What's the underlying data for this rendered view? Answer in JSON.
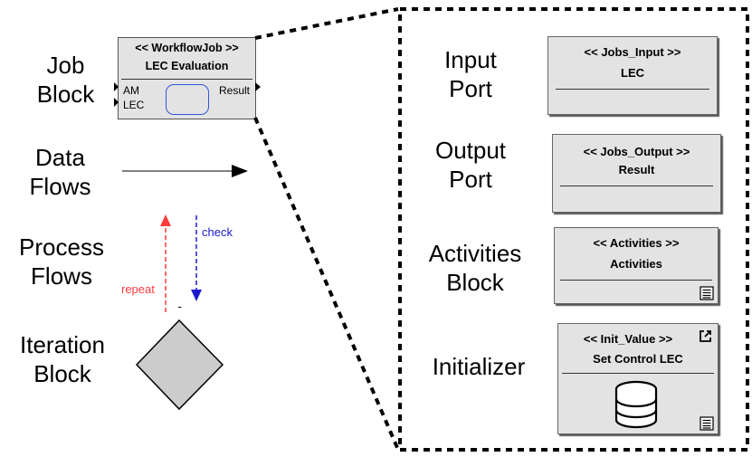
{
  "legend": {
    "job_block": "Job\nBlock",
    "data_flows": "Data\nFlows",
    "process_flows": "Process\nFlows",
    "iteration_block": "Iteration\nBlock"
  },
  "job_block": {
    "stereotype": "<< WorkflowJob >>",
    "name": "LEC Evaluation",
    "inputs": [
      "AM",
      "LEC"
    ],
    "output": "Result"
  },
  "process_flows": {
    "repeat_label": "repeat",
    "check_label": "check",
    "repeat_color": "#ff3b3b",
    "check_color": "#1a1acc"
  },
  "detail": {
    "input_port": {
      "label": "Input\nPort",
      "stereotype": "<< Jobs_Input >>",
      "name": "LEC"
    },
    "output_port": {
      "label": "Output\nPort",
      "stereotype": "<< Jobs_Output >>",
      "name": "Result"
    },
    "activities_block": {
      "label": "Activities\nBlock",
      "stereotype": "<< Activities >>",
      "name": "Activities"
    },
    "initializer": {
      "label": "Initializer",
      "stereotype": "<< Init_Value >>",
      "name": "Set Control LEC"
    }
  },
  "colors": {
    "block_fill": "#e3e3e3",
    "diamond_fill": "#cccccc",
    "inner_rect_stroke": "#3355dd"
  }
}
